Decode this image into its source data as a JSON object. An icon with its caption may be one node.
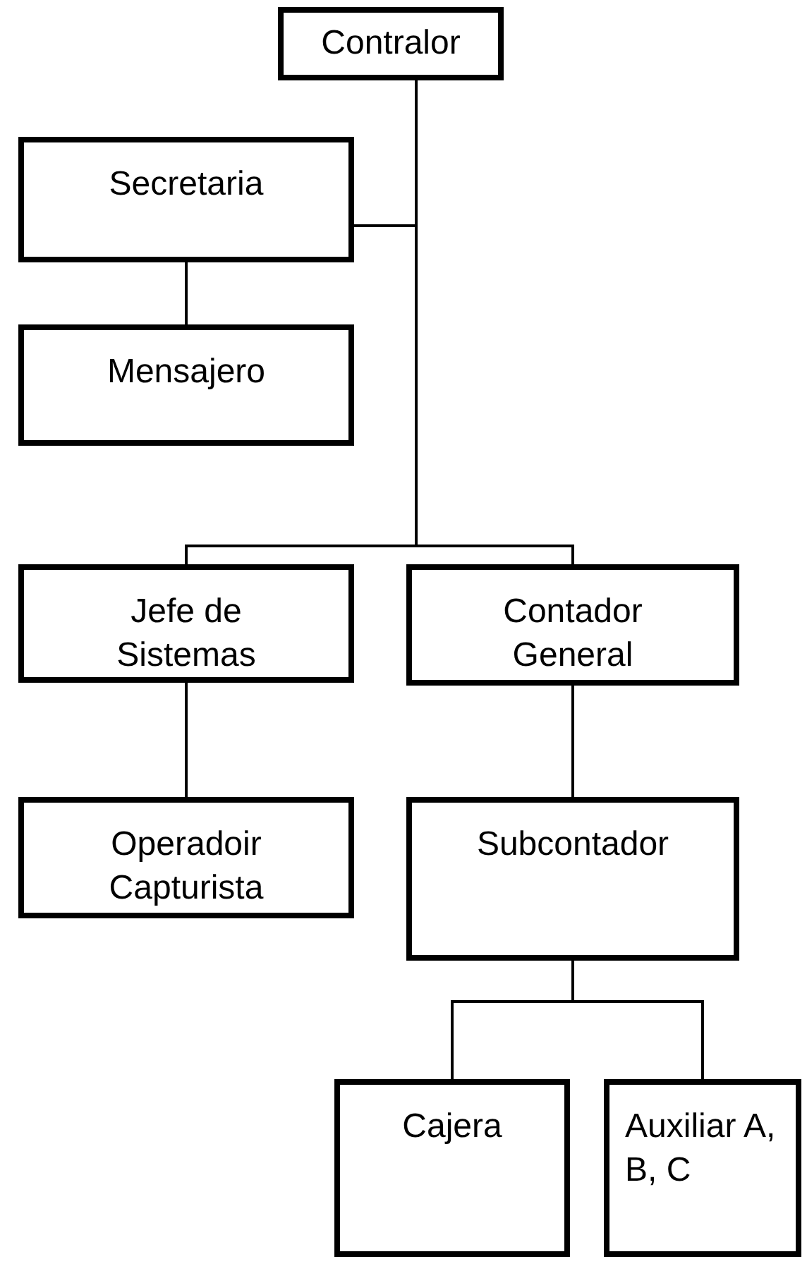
{
  "diagram": {
    "nodes": [
      {
        "text": [
          "Contralor"
        ]
      },
      {
        "text": [
          "Secretaria"
        ]
      },
      {
        "text": [
          "Mensajero"
        ]
      },
      {
        "text": [
          "Jefe de Sistemas"
        ]
      },
      {
        "text": [
          "Contador General"
        ]
      },
      {
        "text": [
          "Operadoir Capturista"
        ]
      },
      {
        "text": [
          "Subcontador"
        ]
      },
      {
        "text": [
          "Cajera"
        ]
      },
      {
        "text": [
          "Auxiliar A, B, C"
        ]
      }
    ],
    "edges": [
      {
        "from": 0,
        "to": 1,
        "arrow": "none"
      },
      {
        "from": 0,
        "to": 3,
        "arrow": "none"
      },
      {
        "from": 0,
        "to": 4,
        "arrow": "none"
      },
      {
        "from": 1,
        "to": 2,
        "arrow": "none"
      },
      {
        "from": 3,
        "to": 5,
        "arrow": "none"
      },
      {
        "from": 4,
        "to": 6,
        "arrow": "none"
      },
      {
        "from": 6,
        "to": 7,
        "arrow": "none"
      },
      {
        "from": 6,
        "to": 8,
        "arrow": "none"
      }
    ]
  }
}
